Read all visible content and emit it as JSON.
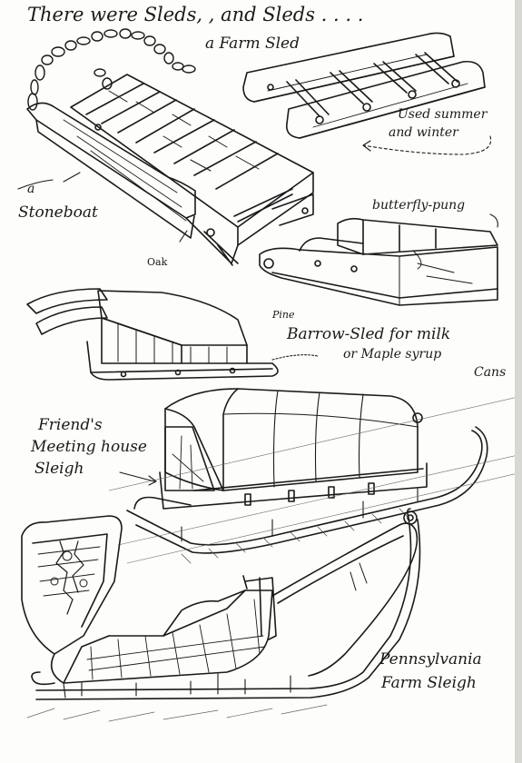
{
  "labels": {
    "heading": "There were Sleds, , and Sleds . . . .",
    "farm_sled": "a Farm Sled",
    "used_summer": "Used summer",
    "and_winter": "and winter",
    "stoneboat_a": "a",
    "stoneboat": "Stoneboat",
    "oak": "Oak",
    "butterfly_pung": "butterfly-pung",
    "pine": "Pine",
    "barrow_sled": "Barrow-Sled for milk",
    "maple_syrup": "or Maple syrup",
    "cans": "Cans",
    "friends_1": "Friend's",
    "friends_2": "Meeting house",
    "friends_3": "Sleigh",
    "penn_1": "Pennsylvania",
    "penn_2": "Farm Sleigh"
  },
  "colors": {
    "ink": "#1a1a1a",
    "paper": "#fdfdfb"
  }
}
